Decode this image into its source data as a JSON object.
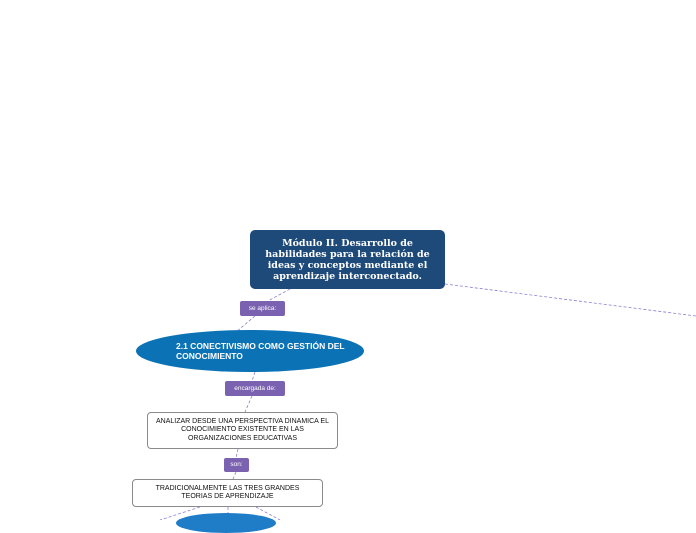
{
  "root": {
    "title": "Módulo II. Desarrollo de habilidades para la relación de ideas y conceptos mediante el aprendizaje interconectado."
  },
  "connectors": {
    "first": "se aplica:",
    "second": "encargada de:",
    "third": "son:"
  },
  "topic": {
    "title": "2.1 CONECTIVISMO COMO GESTIÓN DEL CONOCIMIENTO"
  },
  "subtopics": {
    "first": "ANALIZAR DESDE UNA PERSPECTIVA DINAMICA EL CONOCIMIENTO EXISTENTE EN LAS ORGANIZACIONES EDUCATIVAS",
    "second": "TRADICIONALMENTE LAS TRES GRANDES TEORIAS DE APRENDIZAJE"
  },
  "colors": {
    "root_fill": "#1e4a7a",
    "topic_fill": "#0b72b5",
    "connector_fill": "#7b62b0",
    "edge": "#8b7fd0"
  }
}
